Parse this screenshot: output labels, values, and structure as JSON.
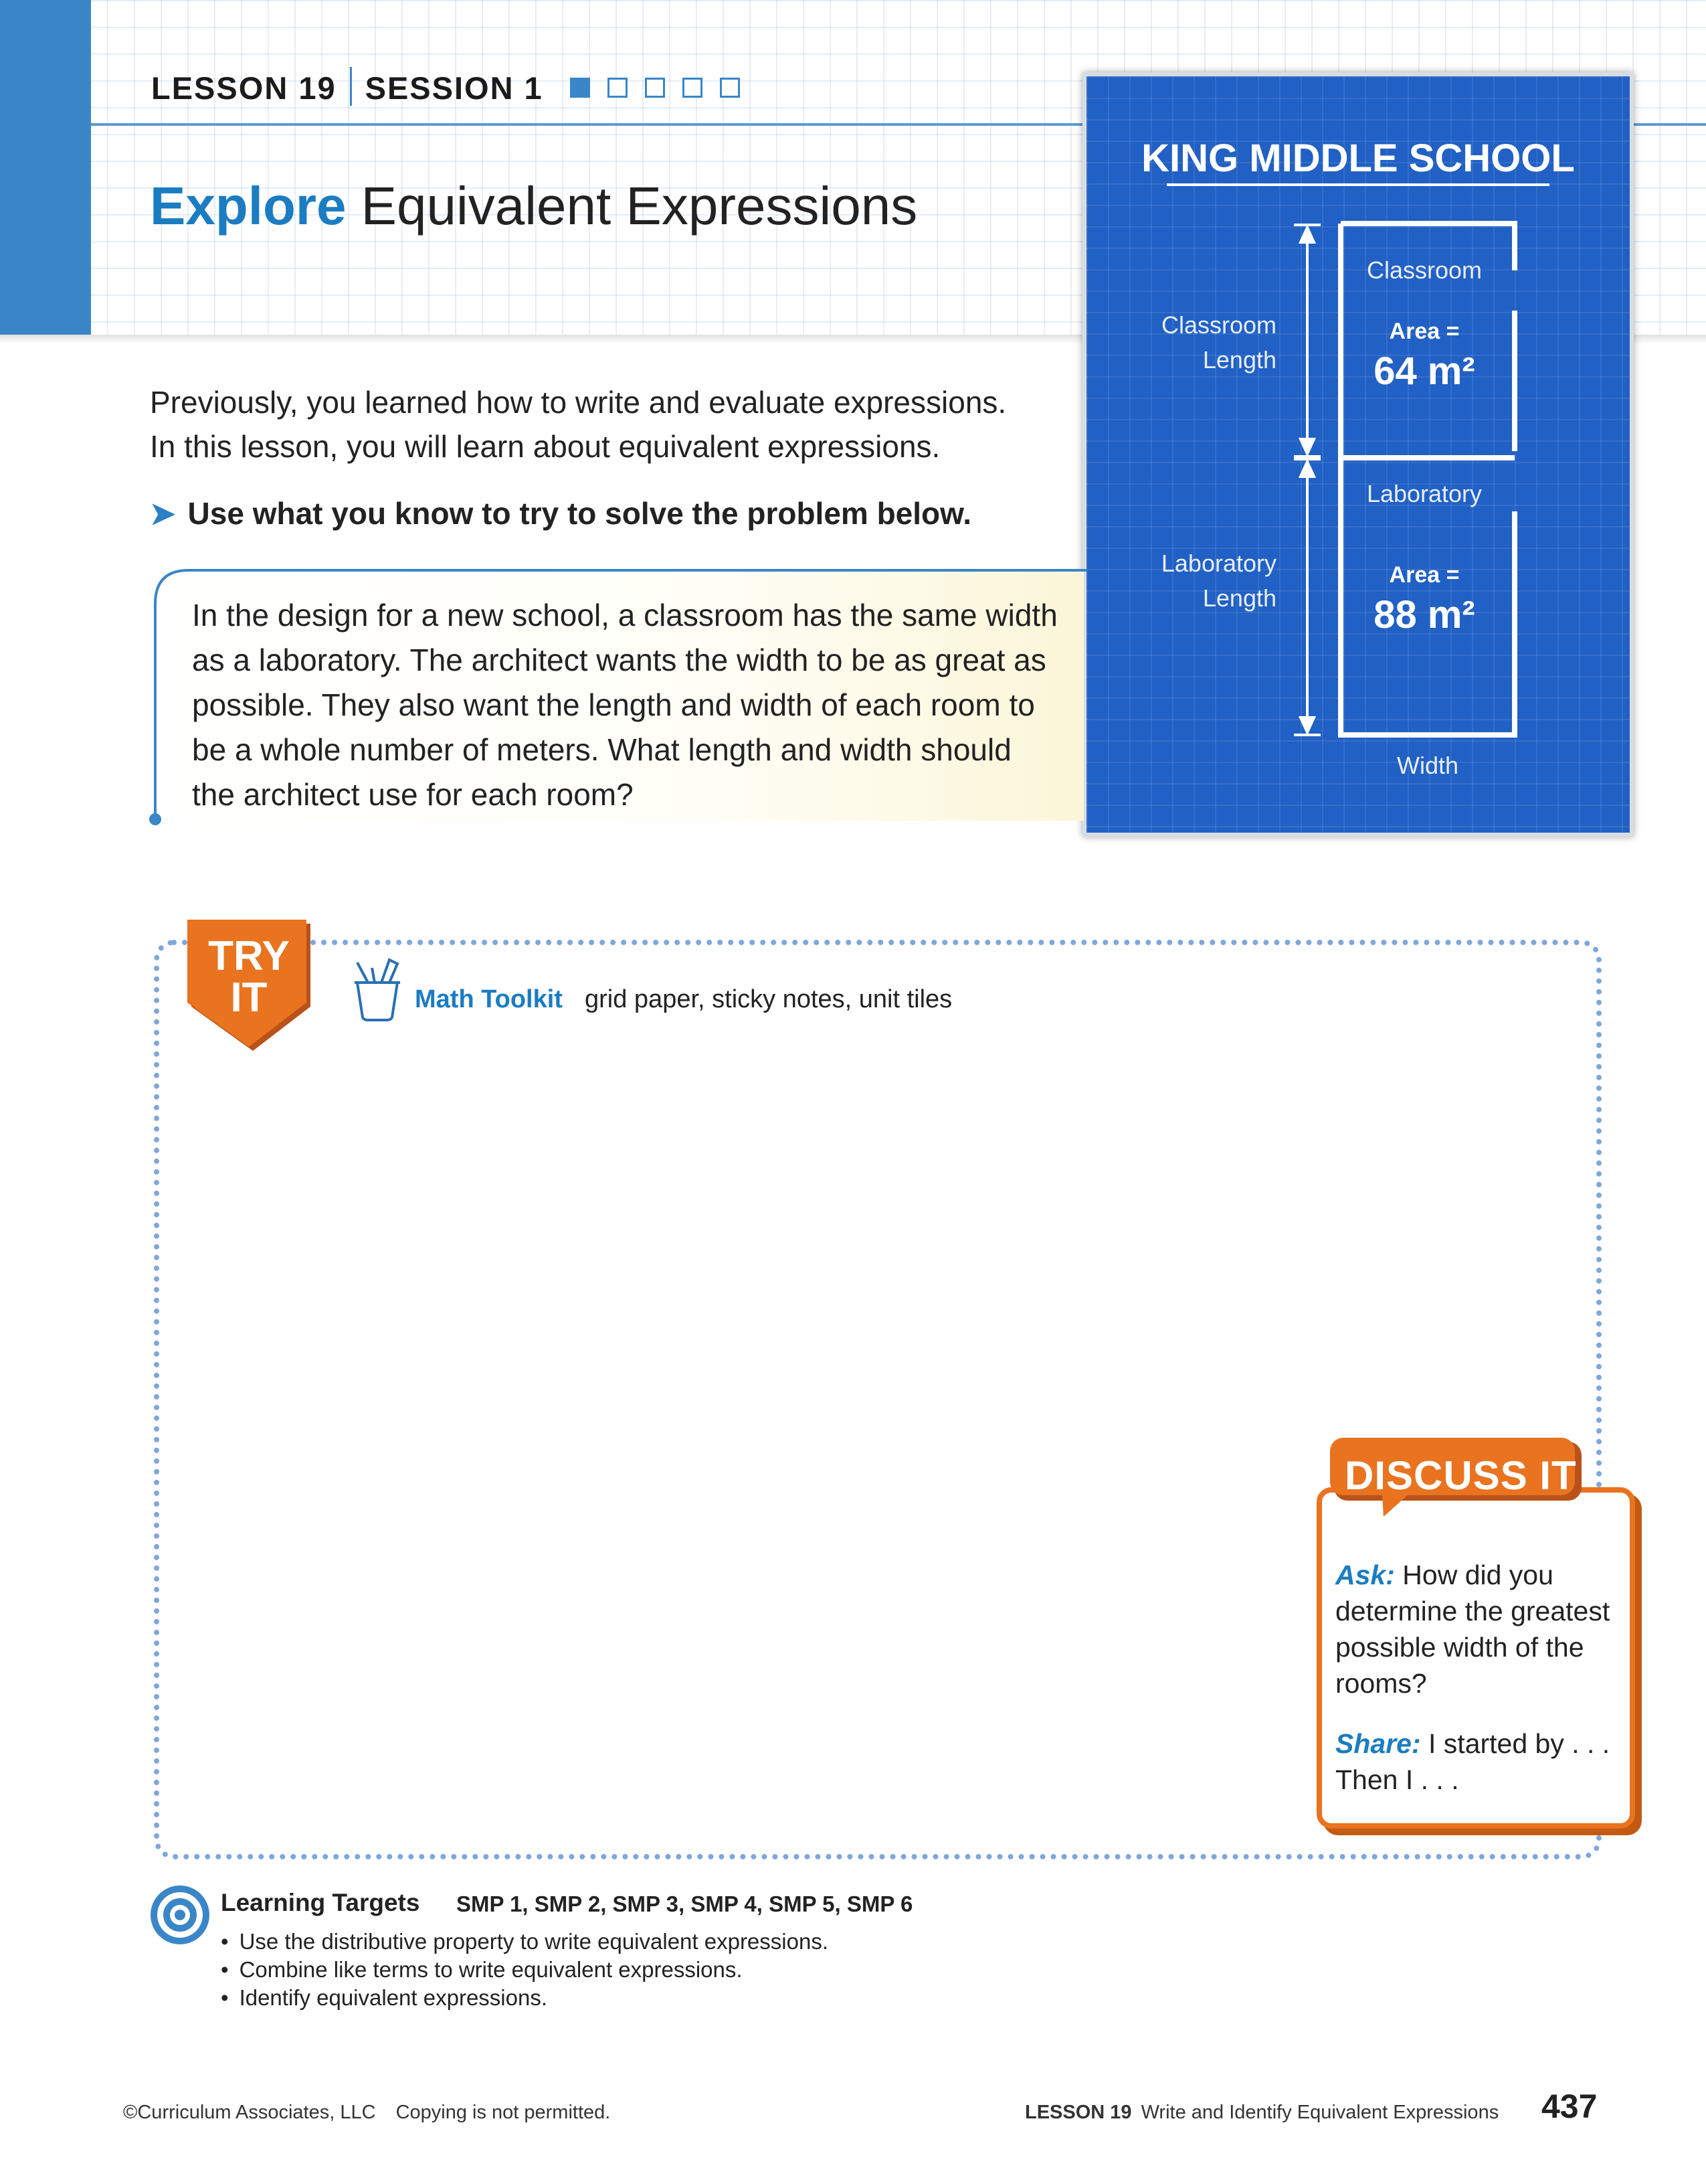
{
  "header": {
    "lesson": "LESSON 19",
    "session": "SESSION 1",
    "progress": {
      "total": 5,
      "completed": 1
    },
    "title_emphasis": "Explore",
    "title_rest": "Equivalent Expressions"
  },
  "blueprint": {
    "school_name": "KING MIDDLE SCHOOL",
    "classroom": {
      "room_label": "Classroom",
      "length_label_1": "Classroom",
      "length_label_2": "Length",
      "area_label": "Area =",
      "area_value": "64 m²"
    },
    "laboratory": {
      "room_label": "Laboratory",
      "length_label_1": "Laboratory",
      "length_label_2": "Length",
      "area_label": "Area =",
      "area_value": "88 m²"
    },
    "width_label": "Width"
  },
  "intro": {
    "line1": "Previously, you learned how to write and evaluate expressions.",
    "line2": "In this lesson, you will learn about equivalent expressions.",
    "instruction": "Use what you know to try to solve the problem below."
  },
  "problem": {
    "text": "In the design for a new school, a classroom has the same width as a laboratory. The architect wants the width to be as great as possible. They also want the length and width of each room to be a whole number of meters. What length and width should the architect use for each room?"
  },
  "try_it": {
    "label_line1": "TRY",
    "label_line2": "IT",
    "toolkit_title": "Math Toolkit",
    "toolkit_items": "grid paper, sticky notes, unit tiles"
  },
  "discuss_it": {
    "title": "DISCUSS IT",
    "ask_label": "Ask:",
    "ask_text": "How did you determine the greatest possible width of the rooms?",
    "share_label": "Share:",
    "share_text": "I started by . . . Then I . . ."
  },
  "learning_targets": {
    "title": "Learning Targets",
    "smp": "SMP 1, SMP 2, SMP 3, SMP 4, SMP 5, SMP 6",
    "items": [
      "Use the distributive property to write equivalent expressions.",
      "Combine like terms to write equivalent expressions.",
      "Identify equivalent expressions."
    ]
  },
  "footer": {
    "copyright": "©Curriculum Associates, LLC",
    "notice": "Copying is not permitted.",
    "lesson_label": "LESSON 19",
    "lesson_title": "Write and Identify Equivalent Expressions",
    "page_number": "437"
  },
  "colors": {
    "accent_blue": "#3a86c8",
    "title_blue": "#1b7cc2",
    "blueprint_blue": "#2160c4",
    "orange": "#e9731f",
    "dotted_border": "#7fa6dd"
  }
}
